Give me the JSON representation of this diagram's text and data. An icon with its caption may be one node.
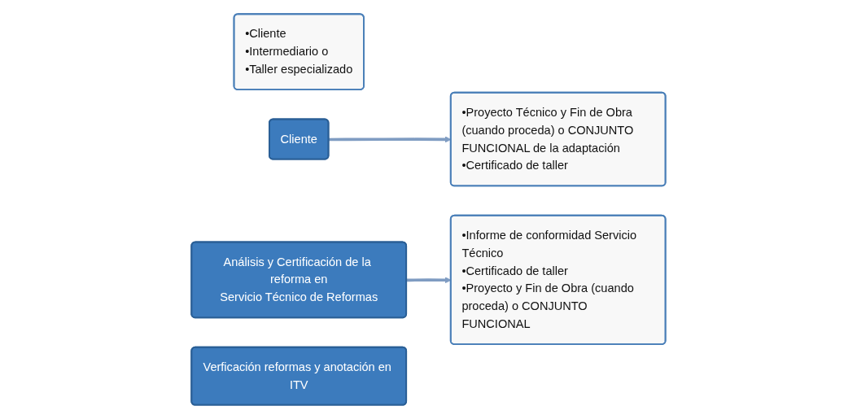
{
  "diagram": {
    "nodes": [
      {
        "text": [
          "•Cliente",
          "•Intermediario o",
          "•Taller especializado"
        ]
      },
      {
        "text": [
          "Cliente"
        ]
      },
      {
        "text": [
          "Análisis y Certificación de la reforma en",
          "Servicio Técnico de Reformas"
        ]
      },
      {
        "text": [
          "•Proyecto Técnico y Fin de Obra (cuando proceda) o CONJUNTO FUNCIONAL de la adaptación",
          "•Certificado de taller"
        ]
      },
      {
        "text": [
          "•Informe de conformidad Servicio Técnico",
          "•Certificado de taller",
          "•Proyecto y Fin de Obra (cuando proceda) o CONJUNTO FUNCIONAL"
        ]
      },
      {
        "text": [
          "Verficación reformas y anotación en ITV"
        ]
      }
    ],
    "edges": [
      {
        "from": 1,
        "to": 3,
        "arrow": "to"
      },
      {
        "from": 2,
        "to": 4,
        "arrow": "to"
      }
    ]
  }
}
